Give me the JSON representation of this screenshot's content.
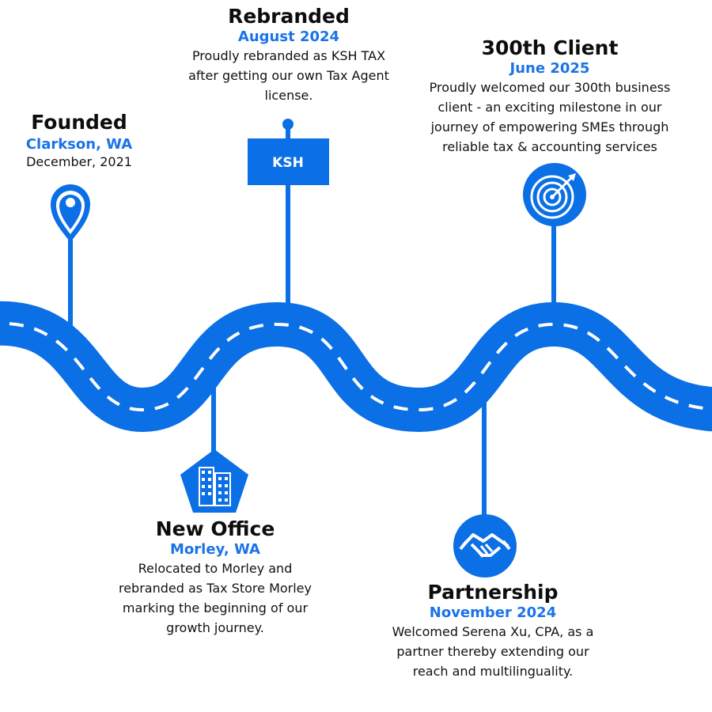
{
  "colors": {
    "road": "#0b6fe5",
    "dash": "#ffffff",
    "accent": "#1a73e8",
    "text": "#111111"
  },
  "milestones": [
    {
      "title": "Founded",
      "location": "Clarkson, WA",
      "date": "December, 2021",
      "icon": "map-pin-icon"
    },
    {
      "title": "New Office",
      "location": "Morley, WA",
      "description": "Relocated to Morley and rebranded as Tax Store Morley marking the beginning of our growth journey.",
      "icon": "building-icon"
    },
    {
      "title": "Rebranded",
      "date": "August 2024",
      "description": "Proudly rebranded as KSH TAX after getting our own Tax Agent license.",
      "sign_text": "KSH",
      "icon": "signboard-icon"
    },
    {
      "title": "Partnership",
      "date": "November 2024",
      "description": "Welcomed Serena Xu, CPA, as a partner thereby extending our reach and multilinguality.",
      "icon": "handshake-icon"
    },
    {
      "title": "300th Client",
      "date": "June 2025",
      "description": "Proudly welcomed our 300th business client - an exciting milestone in our journey of empowering SMEs through reliable tax & accounting services",
      "icon": "target-icon"
    }
  ]
}
